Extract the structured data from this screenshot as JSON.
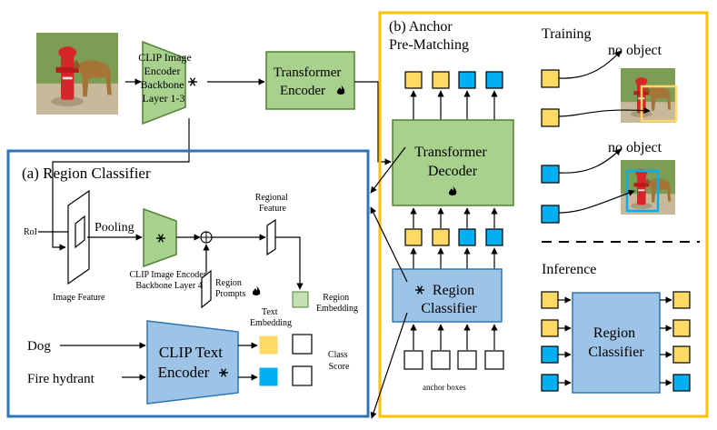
{
  "top": {
    "clip_backbone_label": [
      "CLIP Image",
      "Encoder",
      "Backbone",
      "Layer 1-3"
    ],
    "transformer_encoder_label": [
      "Transformer",
      "Encoder"
    ]
  },
  "region_classifier_panel": {
    "title": "(a) Region Classifier",
    "roi_label": "RoI",
    "pooling_label": "Pooling",
    "image_feature_label": "Image Feature",
    "clip_layer4_label": [
      "CLIP Image Encoder",
      "Backbone Layer 4"
    ],
    "regional_feature_label": [
      "Regional",
      "Feature"
    ],
    "region_prompts_label": [
      "Region",
      "Prompts"
    ],
    "region_embedding_label": [
      "Region",
      "Embedding"
    ],
    "text_embedding_label": [
      "Text",
      "Embedding"
    ],
    "class_score_label": [
      "Class",
      "Score"
    ],
    "text_inputs": [
      "Dog",
      "Fire hydrant"
    ],
    "clip_text_encoder_label": [
      "CLIP Text",
      "Encoder"
    ]
  },
  "anchor_panel": {
    "title": [
      "(b) Anchor",
      "Pre-Matching"
    ],
    "transformer_decoder_label": [
      "Transformer",
      "Decoder"
    ],
    "region_classifier_label": [
      "Region",
      "Classifier"
    ],
    "anchor_boxes_label": "anchor boxes",
    "training_label": "Training",
    "no_object_label_1": "no object",
    "no_object_label_2": "no object",
    "inference_label": "Inference",
    "inference_classifier_label": [
      "Region",
      "Classifier"
    ]
  },
  "colors": {
    "green_fill": "#a9d18e",
    "green_stroke": "#538135",
    "blue_fill": "#9dc3e6",
    "blue_stroke": "#2e75b6",
    "yellow_token": "#ffd966",
    "cyan_token": "#00b0f0",
    "panel_a_border": "#2e75b6",
    "panel_b_border": "#ffc000",
    "region_embedding_fill": "#c5e0b4"
  },
  "icons": {
    "frozen": "snowflake-icon",
    "trainable": "flame-icon"
  }
}
